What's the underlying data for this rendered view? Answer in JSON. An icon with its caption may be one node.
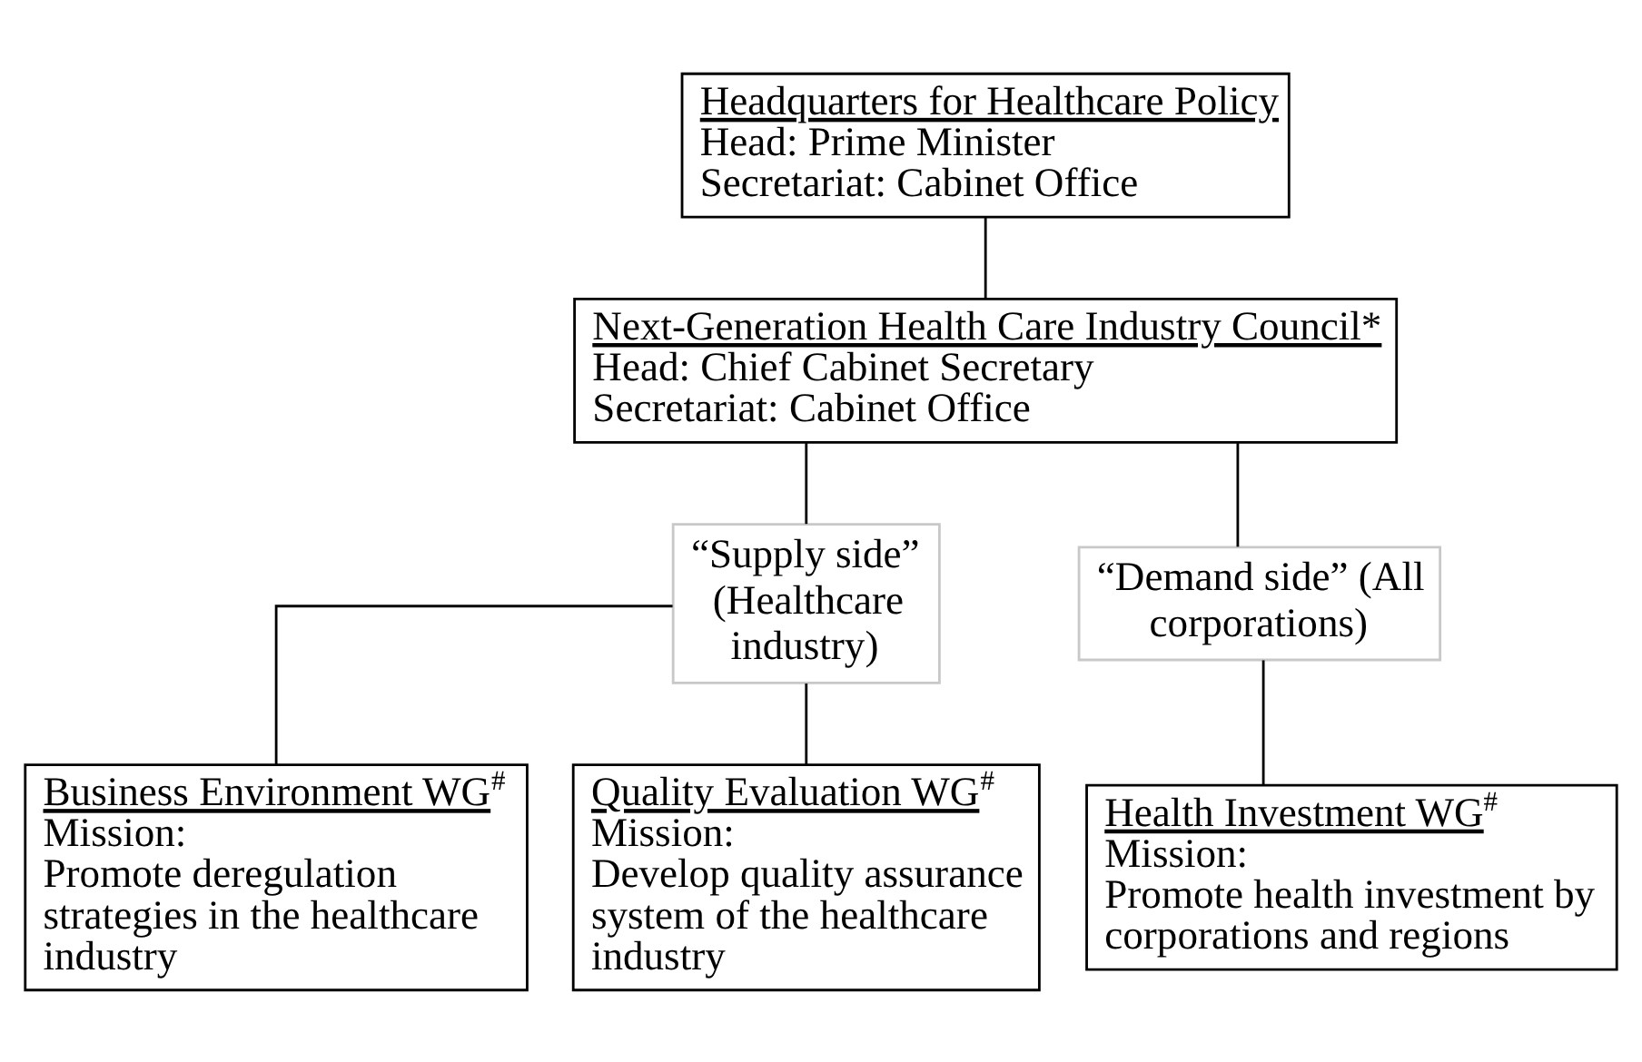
{
  "diagram": {
    "nodes": [
      {
        "text": [
          "Headquarters for Healthcare Policy",
          "Head: Prime Minister",
          "Secretariat: Cabinet Office"
        ]
      },
      {
        "text": [
          "Next-Generation Health Care Industry Council*",
          "Head: Chief Cabinet Secretary",
          "Secretariat: Cabinet Office"
        ]
      },
      {
        "text": [
          "“Supply side” (Healthcare industry)"
        ]
      },
      {
        "text": [
          "“Demand side” (All corporations)"
        ]
      },
      {
        "text": [
          "Business Environment WG$^{#}$",
          "Mission:",
          "Promote deregulation strategies in the healthcare industry"
        ]
      },
      {
        "text": [
          "Quality Evaluation WG$^{#}$",
          "Mission:",
          "Develop quality assurance system of the healthcare industry"
        ]
      },
      {
        "text": [
          "Health Investment WG$^{#}$",
          "Mission:",
          "Promote health investment by corporations and regions"
        ]
      }
    ],
    "edges": [
      {
        "from": 0,
        "to": 1,
        "arrow": "none"
      },
      {
        "from": 1,
        "to": 2,
        "arrow": "none"
      },
      {
        "from": 1,
        "to": 3,
        "arrow": "none"
      },
      {
        "from": 2,
        "to": 4,
        "arrow": "none"
      },
      {
        "from": 2,
        "to": 5,
        "arrow": "none"
      },
      {
        "from": 3,
        "to": 6,
        "arrow": "none"
      }
    ]
  }
}
